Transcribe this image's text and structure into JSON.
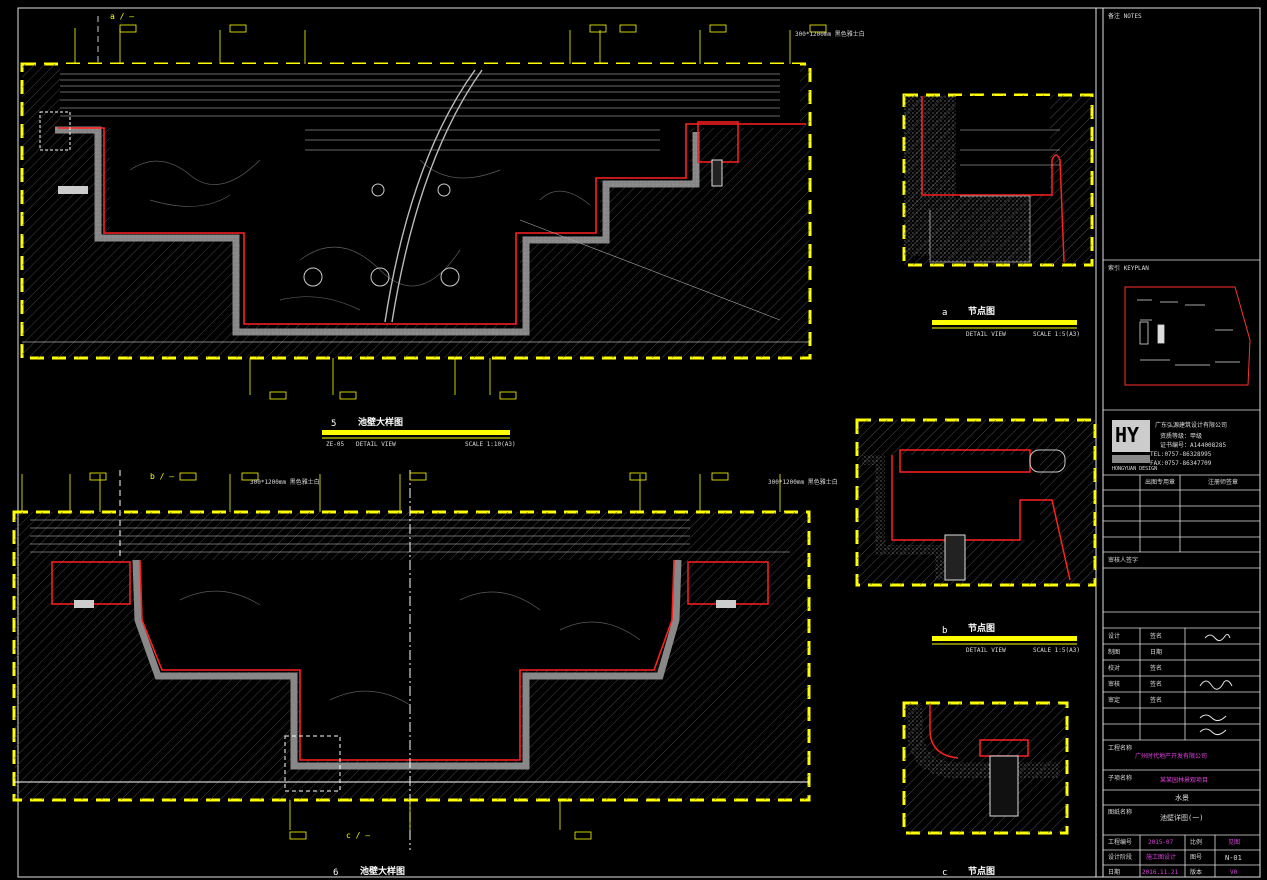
{
  "drawing": {
    "colors": {
      "background": "#000000",
      "outline": "#ffffff",
      "highlight": "#ffff00",
      "waterproof": "#ff2020",
      "hatch": "#5a5a5a",
      "stone": "#1a1a1a",
      "title_text": "#e040e0"
    },
    "detail_5": {
      "number": "5",
      "title": "池壁大样图",
      "sub_left": "ZE-05",
      "sub_center": "DETAIL VIEW",
      "sub_right": "SCALE 1:10(A3)"
    },
    "detail_6": {
      "number": "6",
      "title": "池壁大样图"
    },
    "node_a": {
      "letter": "a",
      "title": "节点图",
      "sub_center": "DETAIL VIEW",
      "sub_right": "SCALE 1:5(A3)"
    },
    "node_b": {
      "letter": "b",
      "title": "节点图",
      "sub_center": "DETAIL VIEW",
      "sub_right": "SCALE 1:5(A3)"
    },
    "node_c": {
      "letter": "c",
      "title": "节点图"
    },
    "callouts": {
      "b_ref": "b / —",
      "c_ref": "c / —",
      "a_ref": "a / —"
    },
    "annotations": {
      "tile_note": "300*1200mm 黑色雅士白"
    }
  },
  "title_block": {
    "notes_label": "备注 NOTES",
    "keyplan_label": "索引 KEYPLAN",
    "company_name": "广东弘源建筑设计有限公司",
    "company_sub": "HONGYUAN DESIGN",
    "company_lines": [
      "资质等级：甲级",
      "证书编号：A144008285",
      "TEL:0757-86328995",
      "FAX:0757-86347709"
    ],
    "logo_text": "HY",
    "seal_label": "出图专用章",
    "sign_label": "注册师签章",
    "review_label": "审核人签字",
    "table_rows": [
      {
        "label": "设计",
        "value": "签名"
      },
      {
        "label": "制图",
        "value": "日期"
      },
      {
        "label": "校对",
        "value": "签名"
      },
      {
        "label": "审核",
        "value": "签名"
      },
      {
        "label": "审定",
        "value": "签名"
      }
    ],
    "project_label": "工程名称",
    "client": "广州时代地产开发有限公司",
    "project": "某某园林景观项目",
    "sub_item_label": "子项名称",
    "sub_item": "水景",
    "drawing_name_label": "图纸名称",
    "drawing_name": "池壁详图(一)",
    "job_no_label": "工程编号",
    "job_no": "2015-07",
    "scale_label": "比例",
    "scale": "见图",
    "phase_label": "设计阶段",
    "phase": "施工图设计",
    "drawing_no_label": "图号",
    "drawing_no": "N-01",
    "date_label": "日期",
    "date": "2016.11.21",
    "version_label": "版本",
    "version": "V0"
  }
}
